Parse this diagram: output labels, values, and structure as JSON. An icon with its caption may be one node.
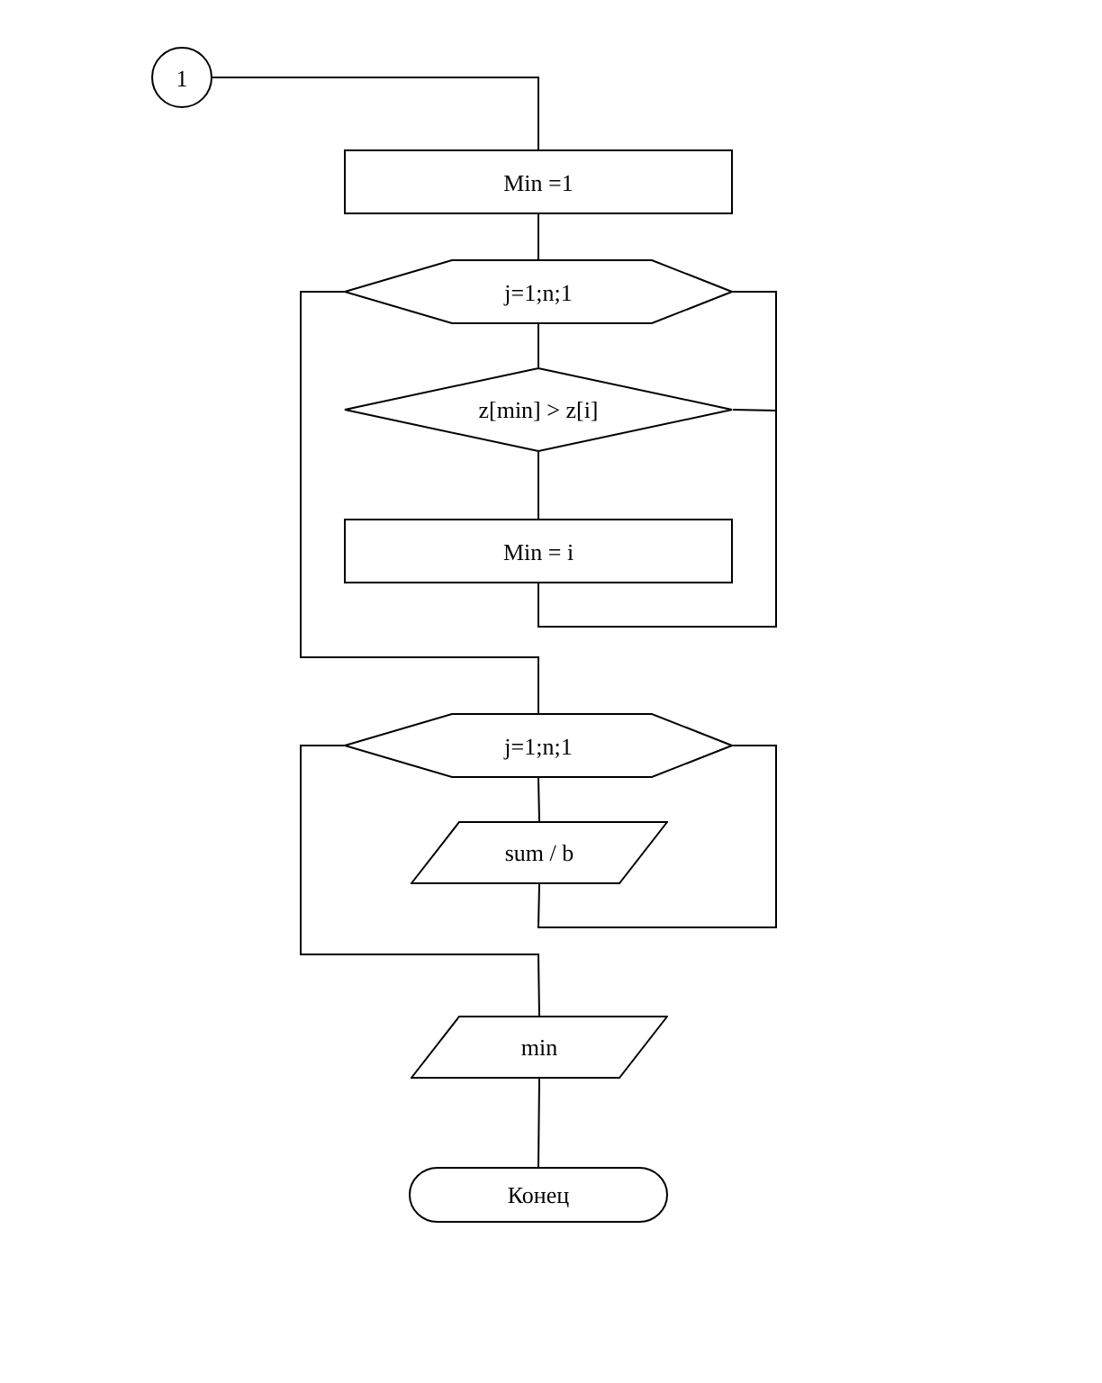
{
  "diagram": {
    "nodes": [
      {
        "text": [
          "1"
        ]
      },
      {
        "text": [
          "Min =1"
        ]
      },
      {
        "text": [
          "j=1;n;1"
        ]
      },
      {
        "text": [
          "z[min] > z[i]"
        ]
      },
      {
        "text": [
          "Min = i"
        ]
      },
      {
        "text": [
          "j=1;n;1"
        ]
      },
      {
        "text": [
          "sum / b"
        ]
      },
      {
        "text": [
          "min"
        ]
      },
      {
        "text": [
          "Конец"
        ]
      }
    ],
    "edges": [
      {
        "from": 0,
        "to": 1,
        "arrow": "none"
      },
      {
        "from": 1,
        "to": 2,
        "arrow": "none"
      },
      {
        "from": 2,
        "to": 3,
        "arrow": "none"
      },
      {
        "from": 3,
        "to": 4,
        "arrow": "none"
      },
      {
        "from": 4,
        "to": 2,
        "arrow": "none"
      },
      {
        "from": 3,
        "to": 2,
        "arrow": "none"
      },
      {
        "from": 2,
        "to": 5,
        "arrow": "none"
      },
      {
        "from": 5,
        "to": 6,
        "arrow": "none"
      },
      {
        "from": 6,
        "to": 5,
        "arrow": "none"
      },
      {
        "from": 5,
        "to": 7,
        "arrow": "none"
      },
      {
        "from": 7,
        "to": 8,
        "arrow": "none"
      }
    ]
  }
}
